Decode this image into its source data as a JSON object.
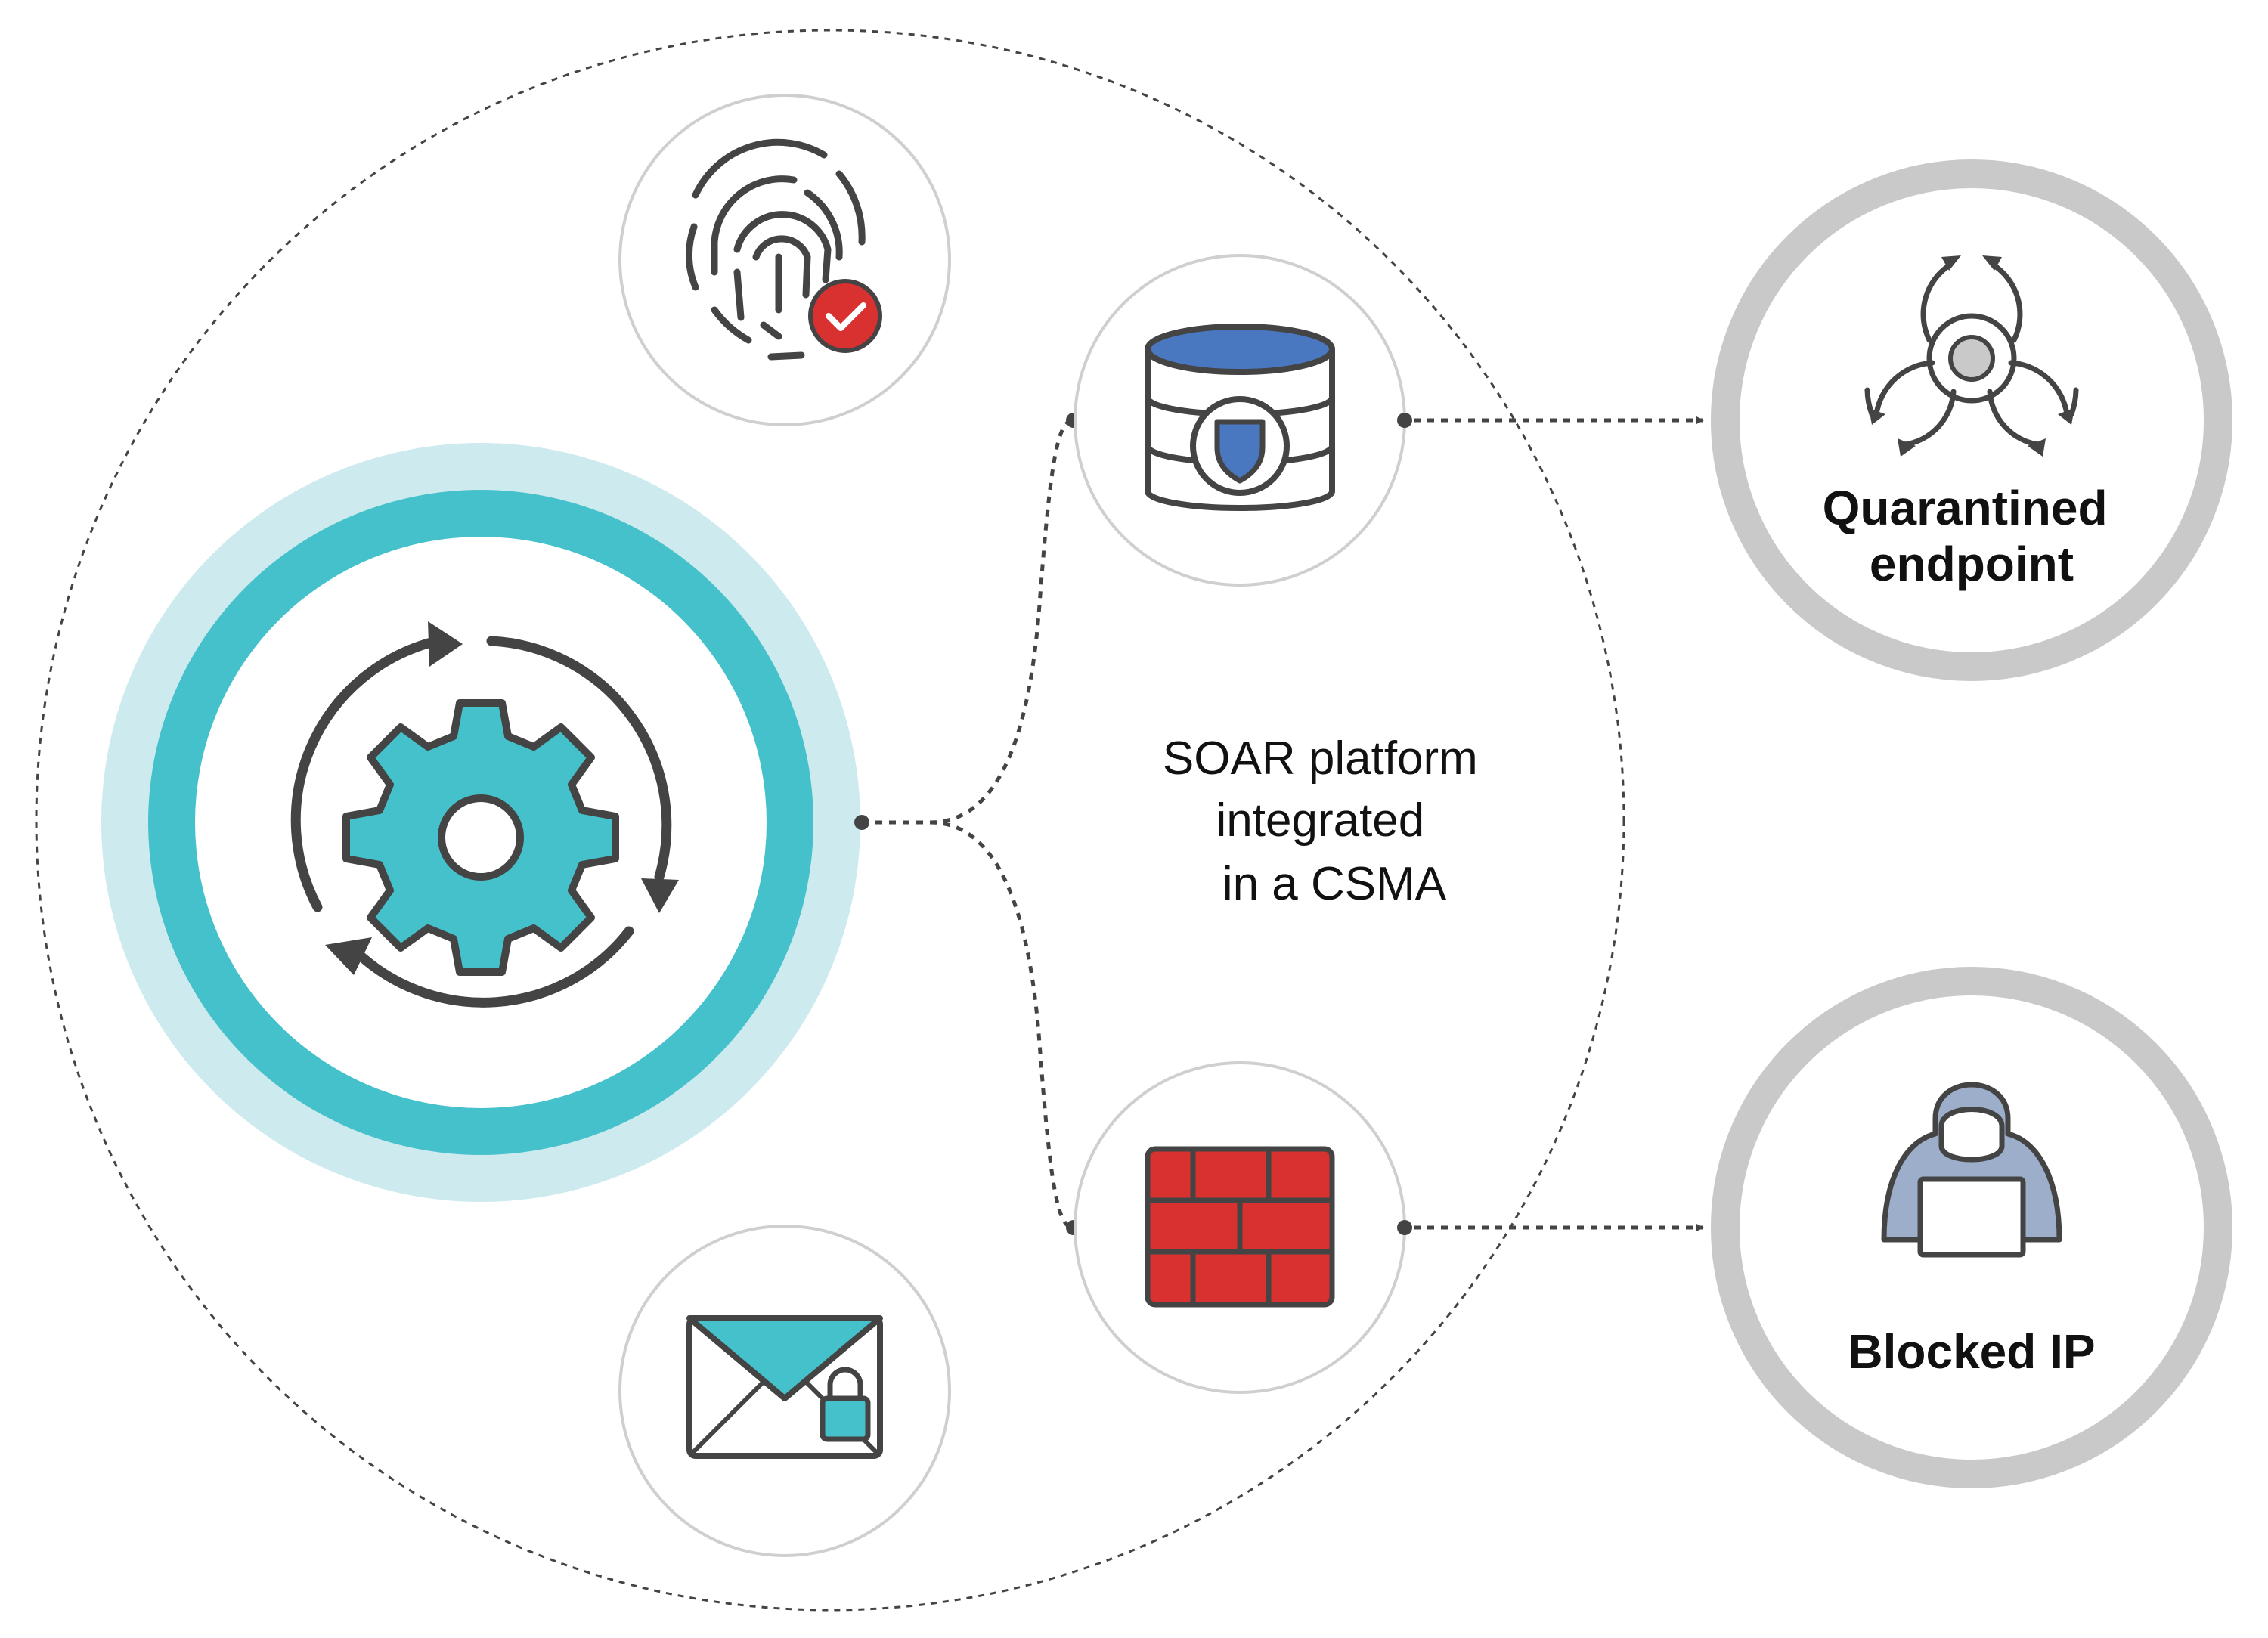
{
  "center_label": {
    "line1": "SOAR platform",
    "line2": "integrated",
    "line3": "in a CSMA"
  },
  "outcomes": {
    "quarantined": {
      "line1": "Quarantined",
      "line2": "endpoint"
    },
    "blocked": {
      "line1": "Blocked IP"
    }
  },
  "icons": {
    "automation": "gear-cycle-icon",
    "identity": "fingerprint-check-icon",
    "email": "locked-email-icon",
    "database": "secure-database-icon",
    "firewall": "firewall-icon",
    "biohazard": "biohazard-icon",
    "hacker": "hacker-icon"
  },
  "colors": {
    "teal": "#45C1CB",
    "teal_light": "#CDEAEE",
    "red": "#D93030",
    "blue": "#4A78C0",
    "hood_blue": "#9DAECB",
    "outcome_ring": "#C9C9C9",
    "stroke": "#444444"
  }
}
